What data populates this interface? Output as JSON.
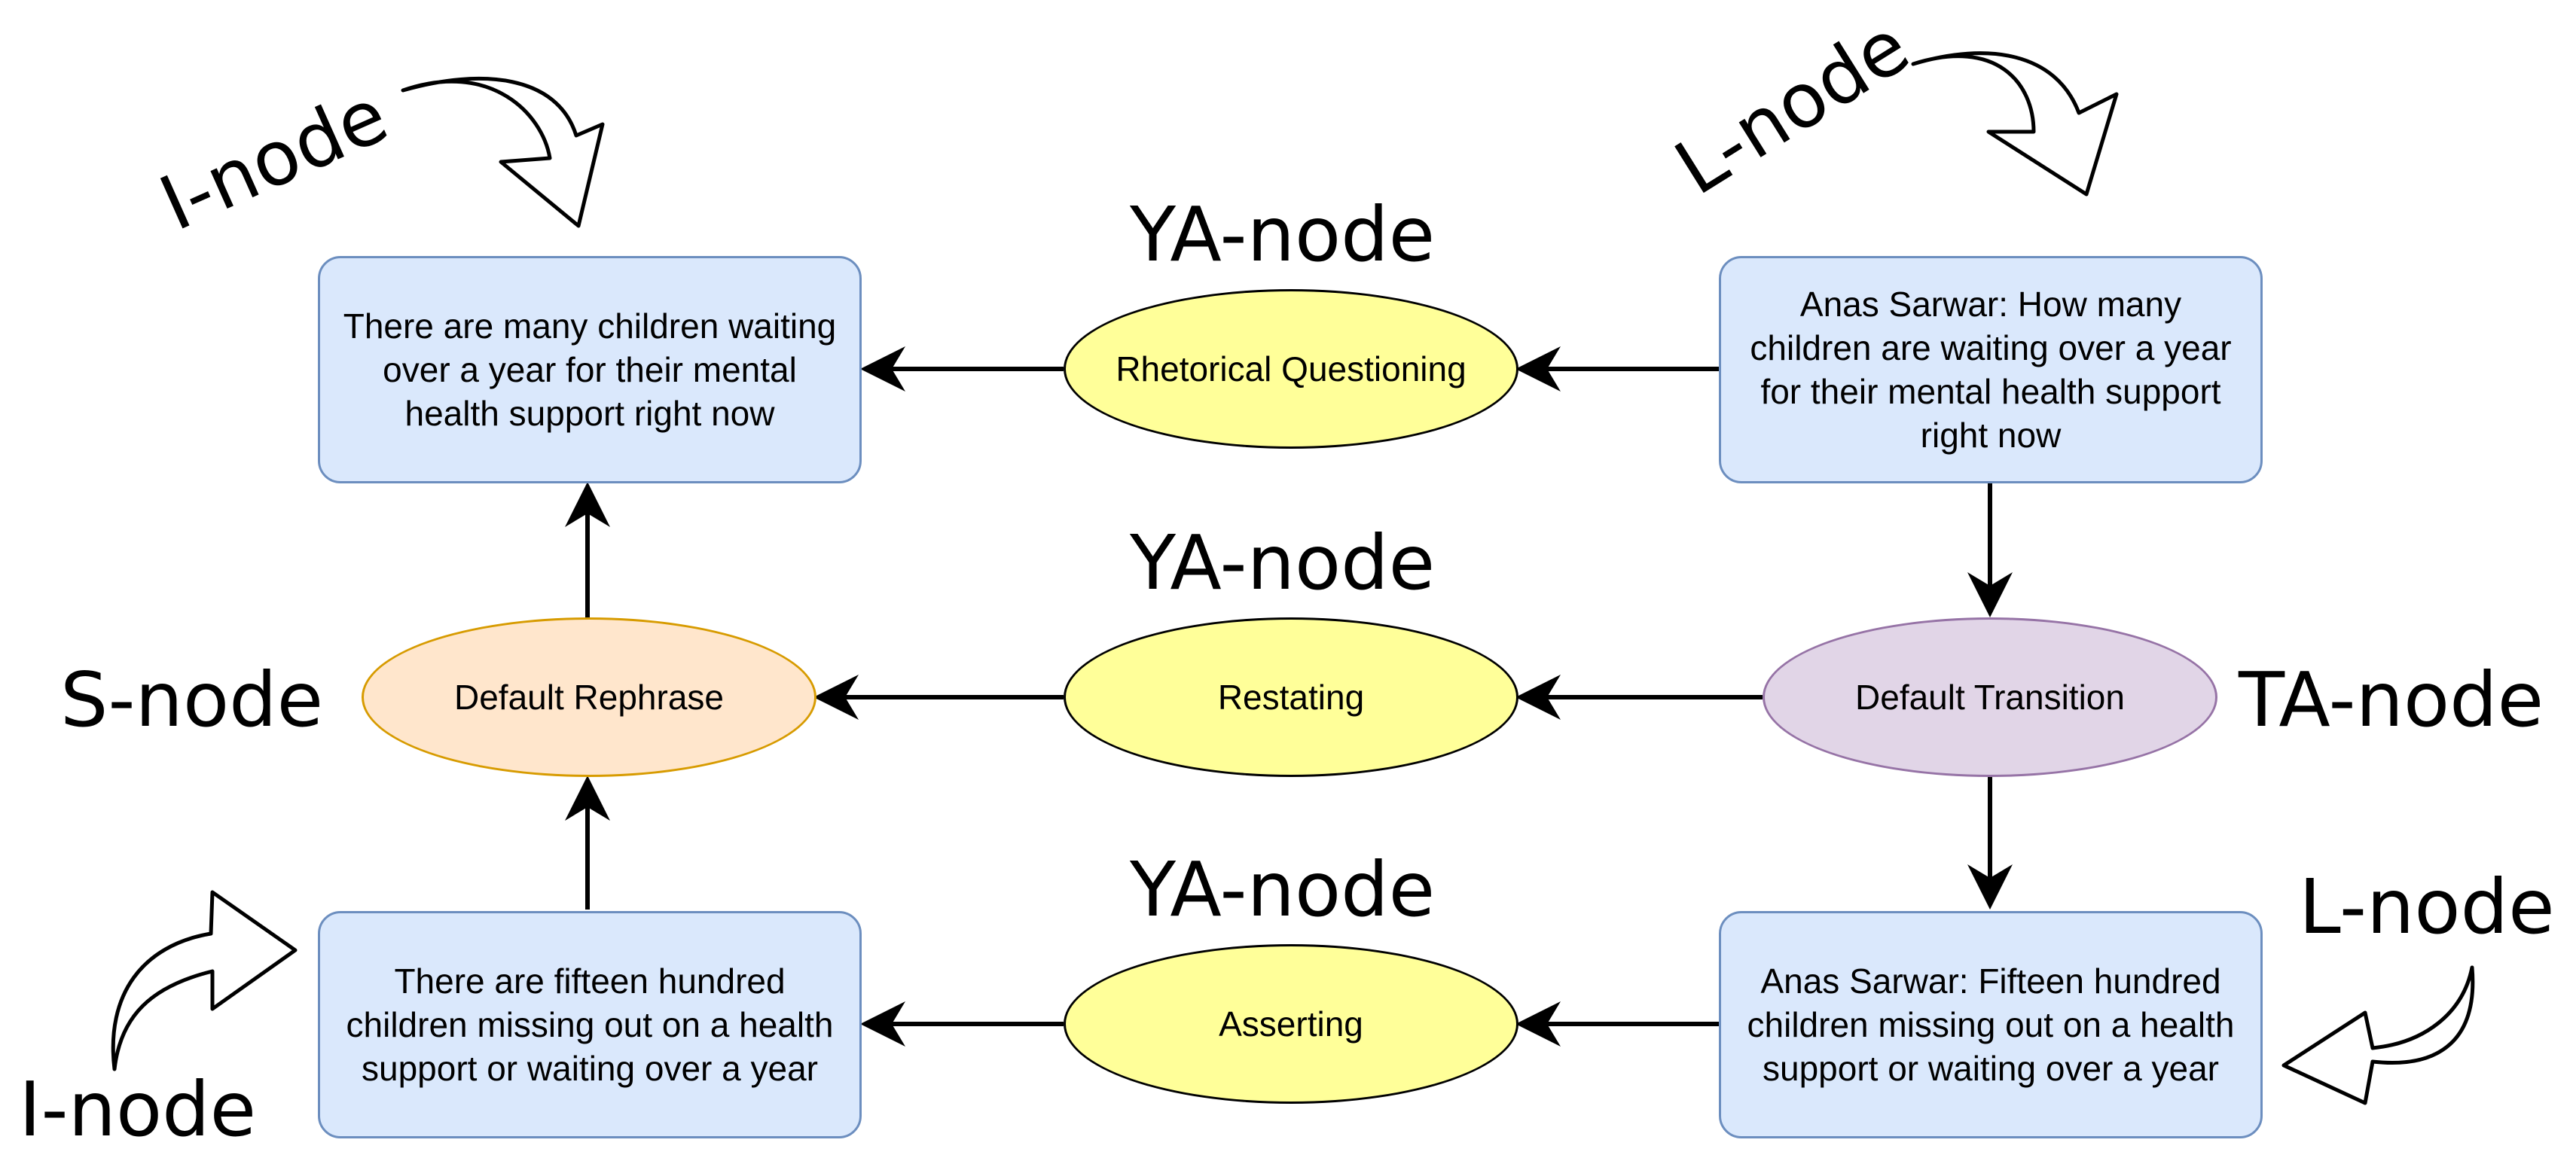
{
  "nodes": {
    "i_top": "There are many children waiting over a year for their mental health support right now",
    "l_top": "Anas Sarwar: How many children are waiting over a year for their mental health support right now",
    "i_bottom": "There are fifteen hundred children missing out on a health support or waiting over a year",
    "l_bottom": "Anas Sarwar: Fifteen hundred children missing out on a health support or waiting over a year",
    "ya_top": "Rhetorical Questioning",
    "ya_middle": "Restating",
    "ya_bottom": "Asserting",
    "s_node": "Default Rephrase",
    "ta_node": "Default Transition"
  },
  "labels": {
    "i_top": "I-node",
    "l_top": "L-node",
    "ya_top": "YA-node",
    "ya_middle": "YA-node",
    "ya_bottom": "YA-node",
    "s_node": "S-node",
    "ta_node": "TA-node",
    "l_bottom": "L-node",
    "i_bottom": "I-node"
  },
  "colors": {
    "info_fill": "#dae8fc",
    "info_stroke": "#6c8ebf",
    "ya_fill": "#ffff99",
    "s_fill": "#ffe6cc",
    "s_stroke": "#d79b00",
    "ta_fill": "#e1d5e7",
    "ta_stroke": "#9673a6"
  }
}
